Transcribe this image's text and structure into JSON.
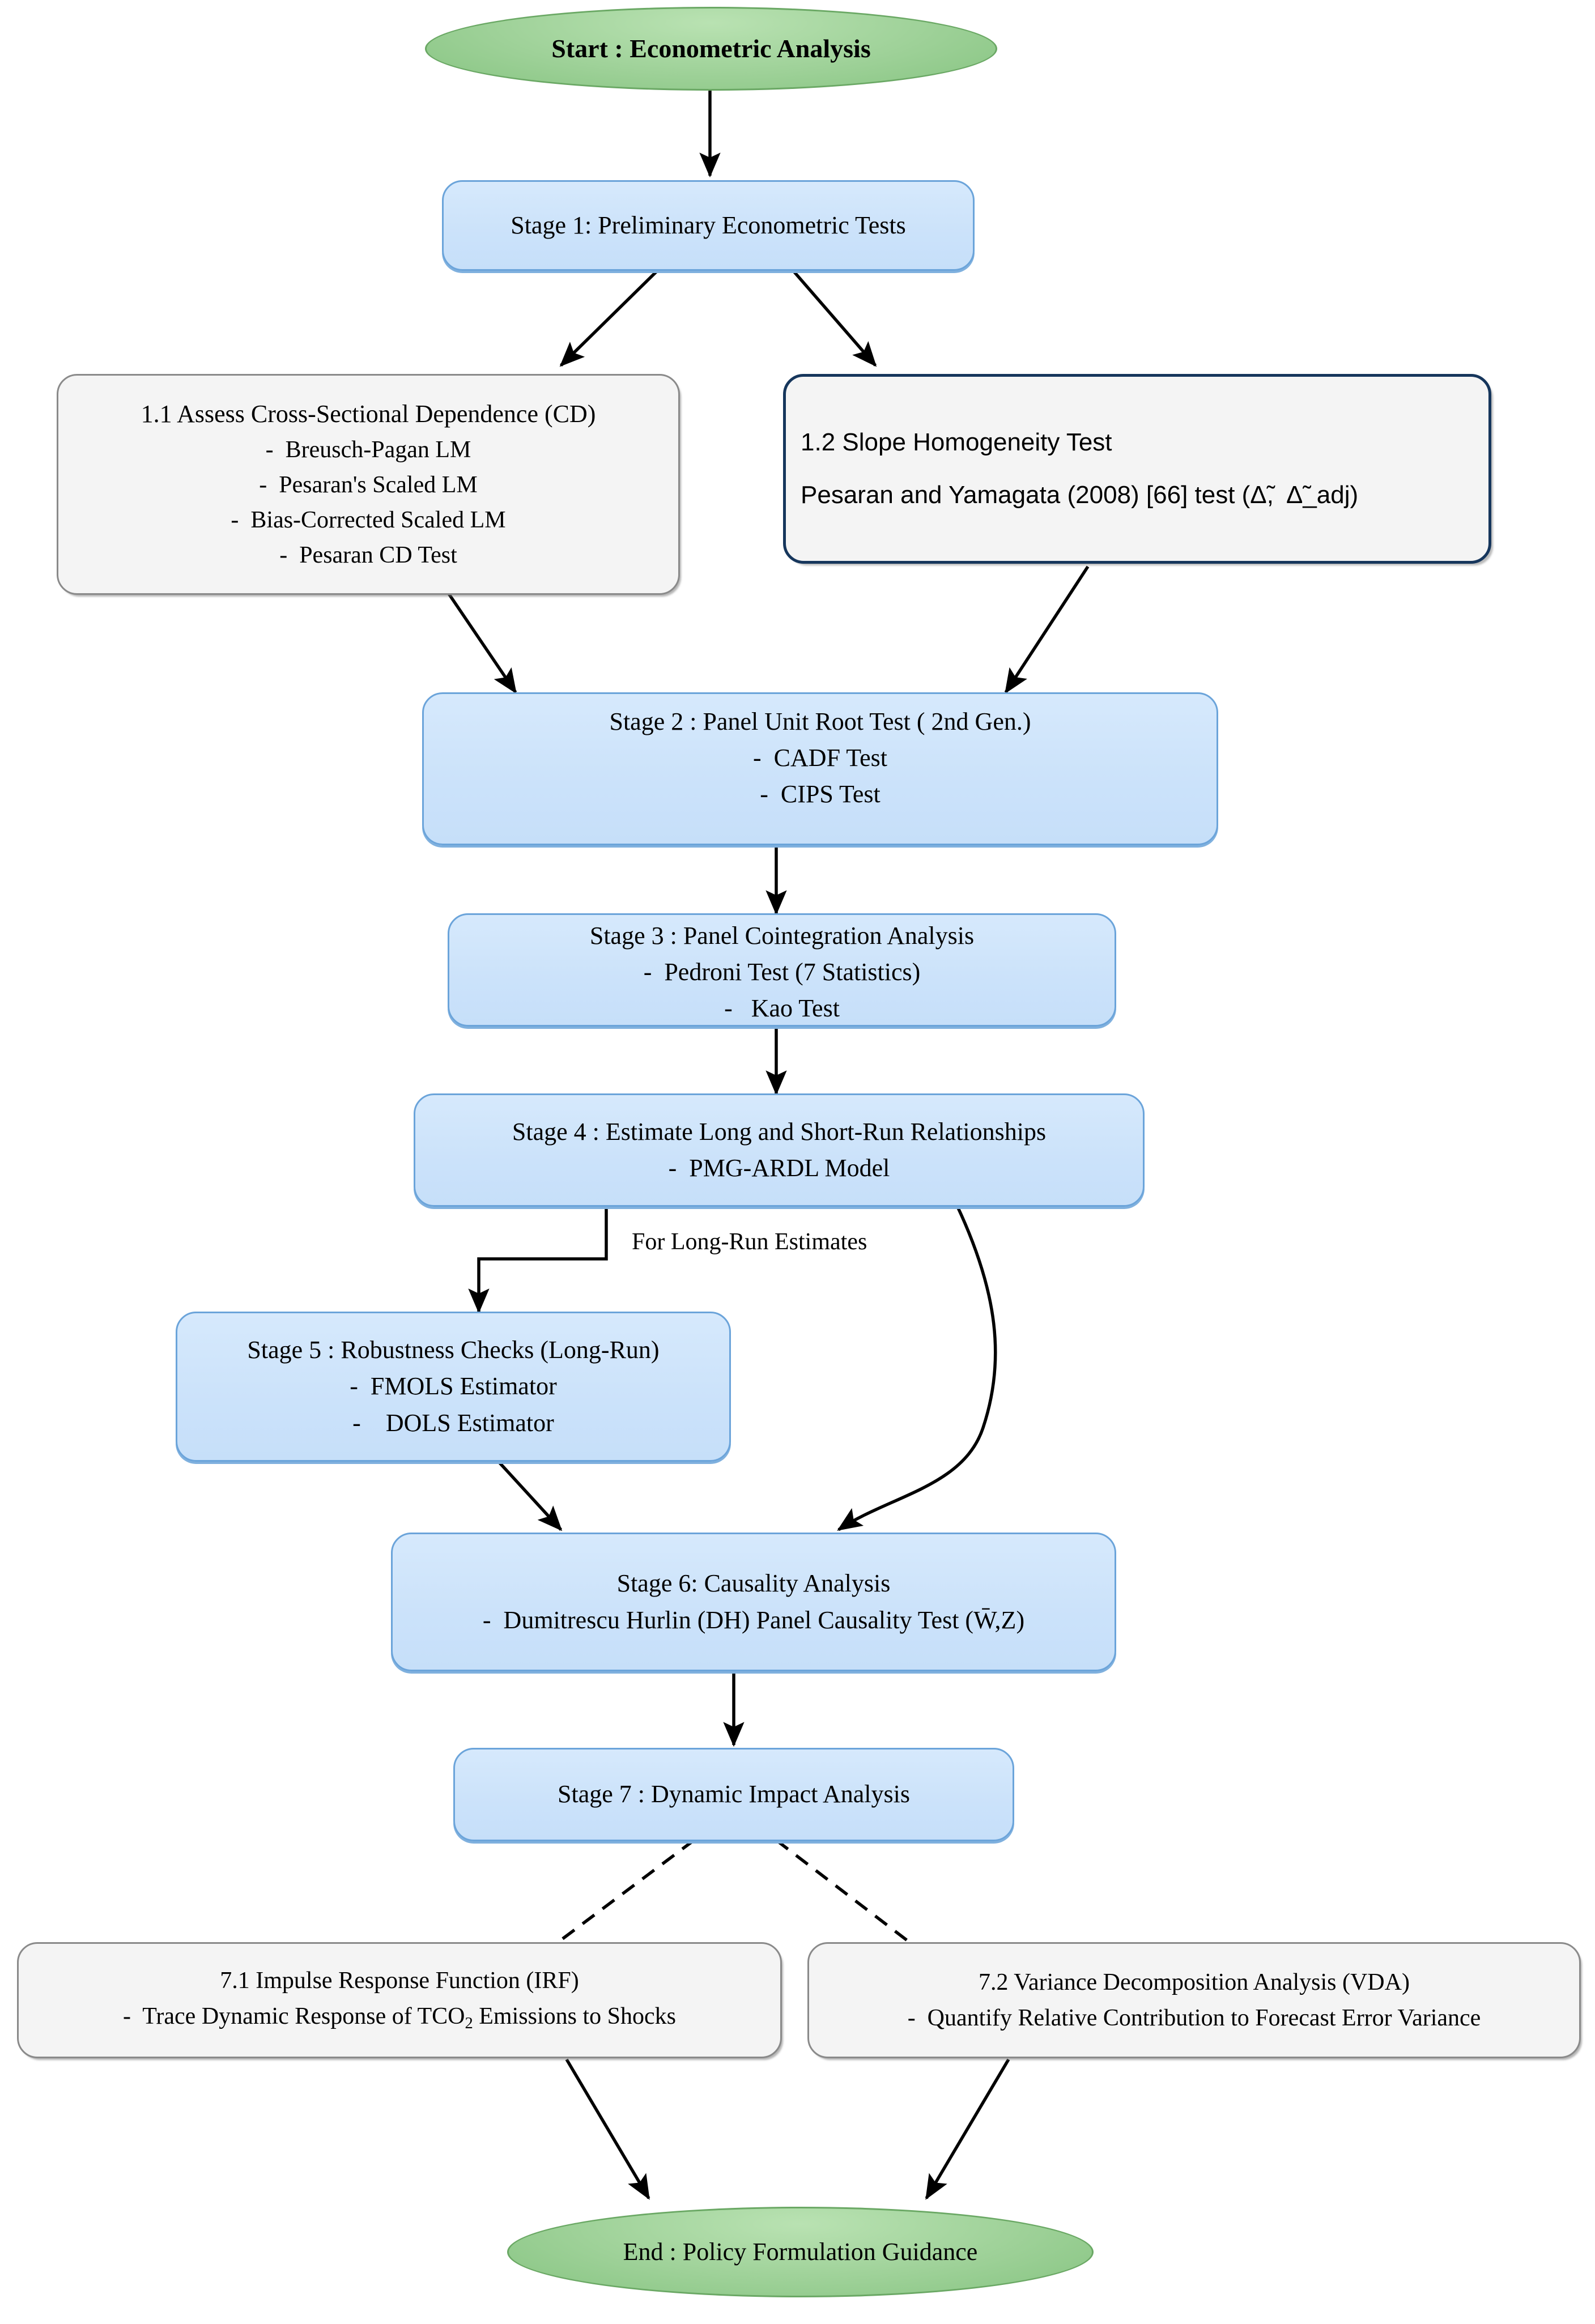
{
  "diagram": {
    "title": "Econometric Analysis Methodological Flowchart",
    "colors": {
      "process_fill": "#cbe2fa",
      "process_border": "#6ba4da",
      "subprocess_fill": "#f4f4f4",
      "subprocess_border": "#8a8a8a",
      "subprocess_dark_border": "#16365c",
      "terminator_fill": "#9ed198",
      "terminator_border": "#6aa864",
      "connector": "#000000"
    }
  },
  "nodes": {
    "start": {
      "shape": "terminator",
      "label": "Start : Econometric Analysis"
    },
    "stage1": {
      "shape": "process",
      "label": "Stage 1: Preliminary Econometric Tests"
    },
    "step_1_1": {
      "shape": "subprocess",
      "title": "1.1 Assess Cross-Sectional Dependence (CD)",
      "items": [
        "-  Breusch-Pagan LM",
        "-  Pesaran's Scaled LM",
        "-  Bias-Corrected Scaled LM",
        "-  Pesaran CD Test"
      ]
    },
    "step_1_2": {
      "shape": "subprocess-dark",
      "title": "1.2 Slope Homogeneity Test",
      "detail": "Pesaran and Yamagata (2008) [66] test (Δ̃,  Δ̃_adj)"
    },
    "stage2": {
      "shape": "process",
      "title": "Stage 2 : Panel Unit Root Test ( 2nd Gen.)",
      "items": [
        "-  CADF Test",
        "-  CIPS Test"
      ]
    },
    "stage3": {
      "shape": "process",
      "title": "Stage 3 : Panel Cointegration Analysis",
      "items": [
        "-  Pedroni Test (7 Statistics)",
        "-   Kao Test"
      ]
    },
    "stage4": {
      "shape": "process",
      "title": "Stage 4 : Estimate Long and Short-Run Relationships",
      "items": [
        "-  PMG-ARDL Model"
      ]
    },
    "stage5": {
      "shape": "process",
      "title": "Stage 5 : Robustness Checks (Long-Run)",
      "items": [
        "-  FMOLS Estimator",
        "-    DOLS Estimator"
      ]
    },
    "stage6": {
      "shape": "process",
      "title": "Stage 6: Causality Analysis",
      "items": [
        "-  Dumitrescu Hurlin (DH) Panel Causality Test (W̄,Z)"
      ]
    },
    "stage7": {
      "shape": "process",
      "label": "Stage 7 : Dynamic Impact Analysis"
    },
    "step_7_1": {
      "shape": "subprocess",
      "title": "7.1 Impulse Response Function (IRF)",
      "detail_prefix": "-  Trace Dynamic Response of TCO",
      "detail_sub": "2",
      "detail_suffix": " Emissions to Shocks"
    },
    "step_7_2": {
      "shape": "subprocess",
      "title": "7.2 Variance Decomposition Analysis (VDA)",
      "detail": "-  Quantify Relative Contribution to Forecast Error Variance"
    },
    "end": {
      "shape": "terminator",
      "label": "End : Policy Formulation Guidance"
    }
  },
  "edges": {
    "long_run_label": "For Long-Run Estimates"
  }
}
